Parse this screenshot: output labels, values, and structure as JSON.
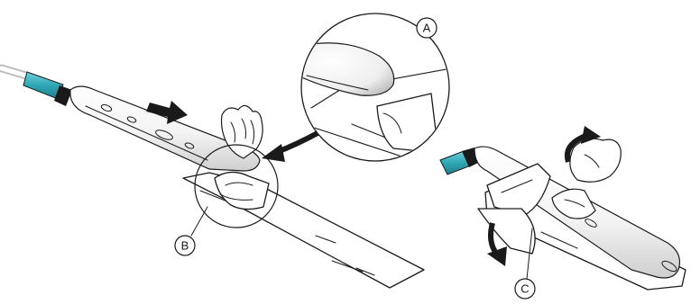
{
  "callouts": {
    "a": "A",
    "b": "B",
    "c": "C"
  },
  "colors": {
    "accent": "#2fa6b4",
    "handpiece_body": "#f2f2f2",
    "handpiece_band": "#1a1a1a",
    "ink": "#1a1a1a"
  },
  "icons": [
    "solid-arrow-right",
    "curved-arrow-left",
    "curved-arrow-down",
    "curved-arrow-up"
  ]
}
